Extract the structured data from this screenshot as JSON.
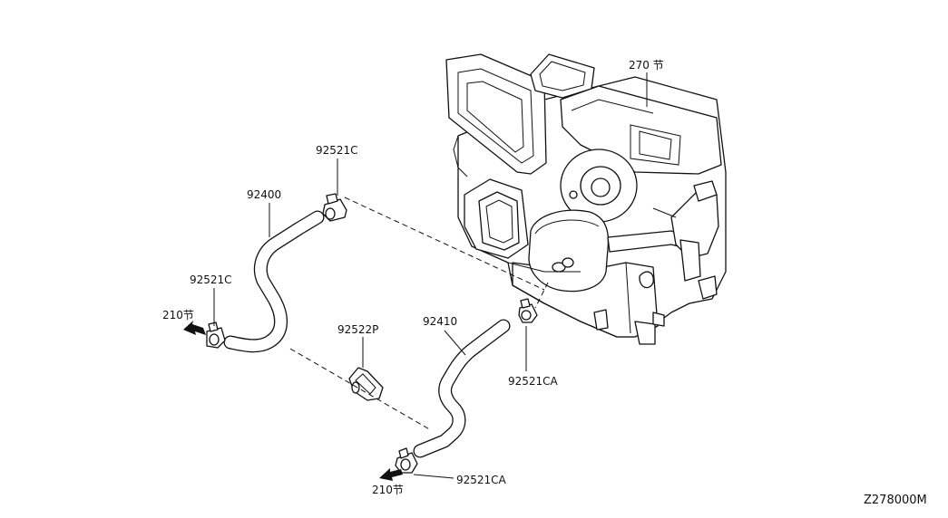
{
  "labels": {
    "heater_unit": "270 节",
    "clamp_upper": "92521C",
    "hose_upper": "92400",
    "clamp_left": "92521C",
    "ref_upper": "210节",
    "bracket": "92522P",
    "hose_lower": "92410",
    "clamp_right": "92521CA",
    "clamp_bottom": "92521CA",
    "ref_lower": "210节",
    "diagram_code": "Z278000M"
  }
}
